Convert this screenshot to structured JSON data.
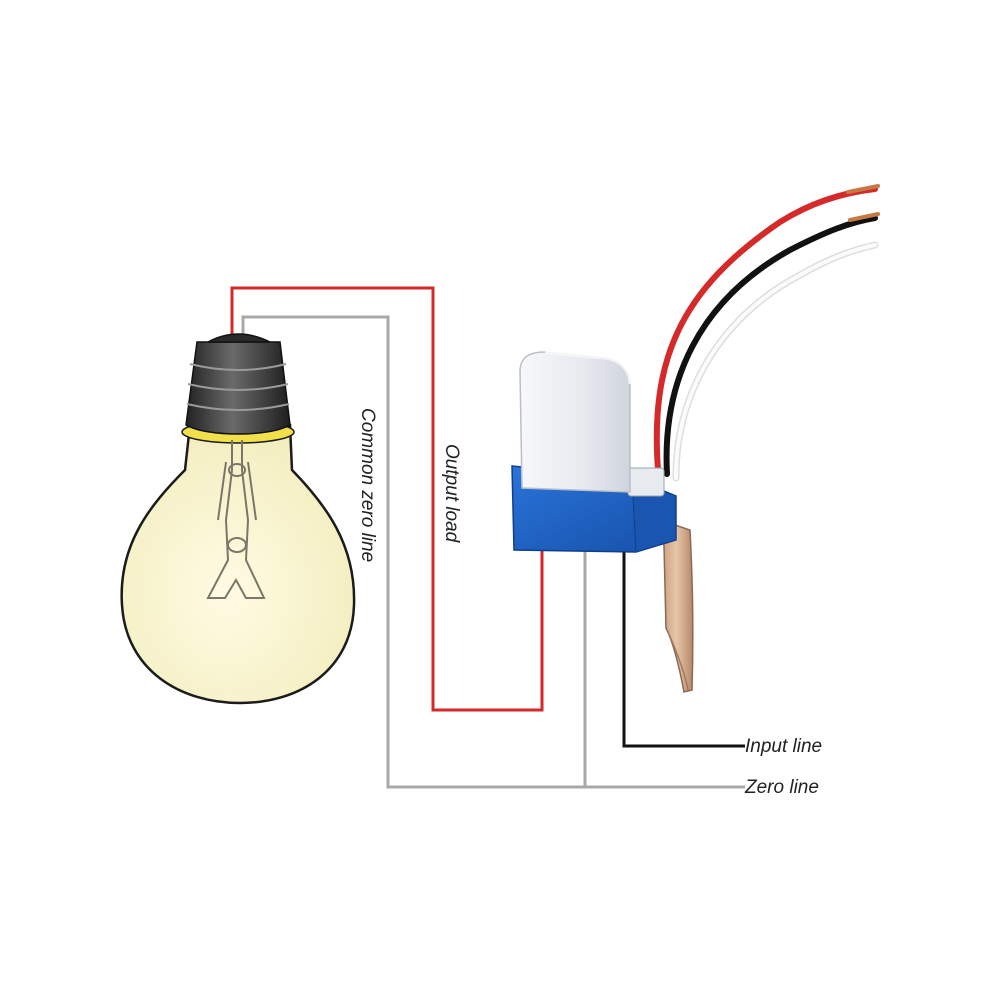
{
  "labels": {
    "common_zero_line": "Common zero line",
    "output_load": "Output load",
    "input_line": "Input line",
    "zero_line": "Zero line"
  },
  "colors": {
    "red_wire": "#d42a2a",
    "gray_wire": "#a8a8a8",
    "black_wire": "#111111",
    "white_wire": "#f4f4f4",
    "sensor_body": "#1f63c7",
    "sensor_cap": "#eceff3",
    "bulb_glass": "#faf6d9",
    "bulb_base": "#3a3a3a",
    "bulb_collar": "#f1e04a"
  },
  "components": {
    "bulb": "light-bulb",
    "sensor": "photocell-light-sensor-switch",
    "bracket": "mounting-bracket"
  }
}
